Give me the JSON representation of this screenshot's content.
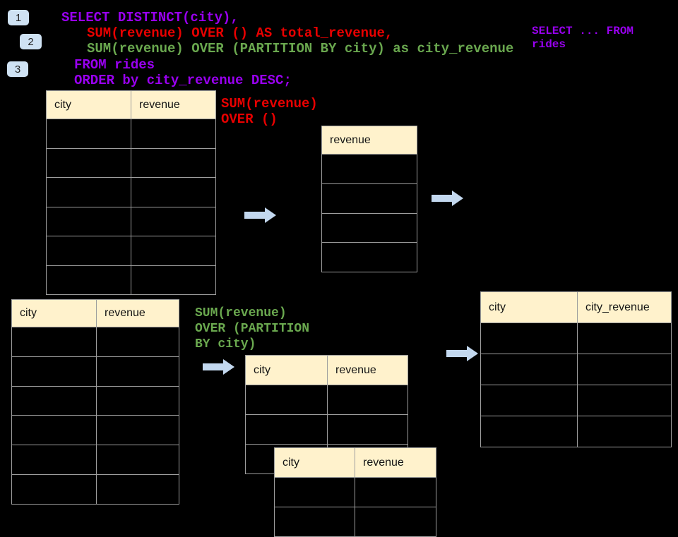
{
  "sql_code": {
    "line1": "SELECT DISTINCT(city),",
    "line2": "SUM(revenue) OVER () AS total_revenue,",
    "line3": "SUM(revenue) OVER (PARTITION BY city) as city_revenue",
    "line4": "FROM rides",
    "line5": "ORDER by city_revenue DESC;"
  },
  "side_snippet": {
    "line1": "SELECT ... FROM",
    "line2": "rides"
  },
  "badges": [
    "1",
    "2",
    "3"
  ],
  "labels": {
    "total_revenue_label": {
      "line1": "SUM(revenue)",
      "line2": "OVER ()"
    },
    "partition_label": {
      "line1": "SUM(revenue)",
      "line2": "OVER (PARTITION",
      "line3": "BY city)"
    }
  },
  "tables": {
    "source_top": {
      "columns": [
        "city",
        "revenue"
      ],
      "empty_rows": 6
    },
    "total_revenue_result": {
      "columns": [
        "revenue"
      ],
      "empty_rows": 4
    },
    "city_revenue_result": {
      "columns": [
        "city",
        "city_revenue"
      ],
      "empty_rows": 4
    },
    "source_bottom": {
      "columns": [
        "city",
        "revenue"
      ],
      "empty_rows": 6
    },
    "partition_front": {
      "columns": [
        "city",
        "revenue"
      ],
      "empty_rows": 3
    },
    "partition_back": {
      "columns": [
        "city",
        "revenue"
      ],
      "empty_rows": 2
    }
  },
  "icons": {
    "flow_arrow": "arrow-right"
  },
  "colors": {
    "keyword_purple": "#9900F0",
    "total_red": "#E80000",
    "partition_green": "#6AA84F",
    "arrow_blue": "#C3D8EF",
    "badge_blue": "#CFE2F3",
    "header_cream": "#FFF2CC",
    "table_border": "#9E9E9E",
    "background": "#000000"
  }
}
